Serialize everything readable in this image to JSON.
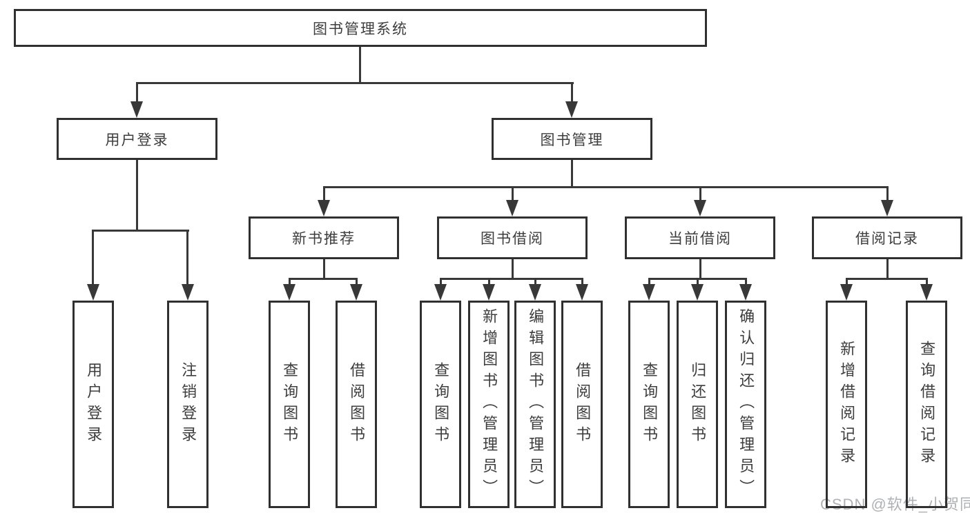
{
  "diagram": {
    "root": {
      "label": "图书管理系统"
    },
    "level2": [
      {
        "id": "user-login",
        "label": "用户登录"
      },
      {
        "id": "book-management",
        "label": "图书管理"
      }
    ],
    "level3": [
      {
        "id": "new-book-recommend",
        "label": "新书推荐",
        "parent": "book-management"
      },
      {
        "id": "book-borrowing",
        "label": "图书借阅",
        "parent": "book-management"
      },
      {
        "id": "current-borrowing",
        "label": "当前借阅",
        "parent": "book-management"
      },
      {
        "id": "borrowing-records",
        "label": "借阅记录",
        "parent": "book-management"
      }
    ],
    "leaves": [
      {
        "id": "user-login-leaf",
        "label": "用户登录",
        "parent": "user-login"
      },
      {
        "id": "logout",
        "label": "注销登录",
        "parent": "user-login"
      },
      {
        "id": "query-books-1",
        "label": "查询图书",
        "parent": "new-book-recommend"
      },
      {
        "id": "borrow-books-1",
        "label": "借阅图书",
        "parent": "new-book-recommend"
      },
      {
        "id": "query-books-2",
        "label": "查询图书",
        "parent": "book-borrowing"
      },
      {
        "id": "add-books-admin",
        "label": "新增图书（管理员）",
        "parent": "book-borrowing"
      },
      {
        "id": "edit-books-admin",
        "label": "编辑图书（管理员）",
        "parent": "book-borrowing"
      },
      {
        "id": "borrow-books-2",
        "label": "借阅图书",
        "parent": "book-borrowing"
      },
      {
        "id": "query-books-3",
        "label": "查询图书",
        "parent": "current-borrowing"
      },
      {
        "id": "return-books",
        "label": "归还图书",
        "parent": "current-borrowing"
      },
      {
        "id": "confirm-return-admin",
        "label": "确认归还（管理员）",
        "parent": "current-borrowing"
      },
      {
        "id": "add-borrow-record",
        "label": "新增借阅记录",
        "parent": "borrowing-records"
      },
      {
        "id": "query-borrow-record",
        "label": "查询借阅记录",
        "parent": "borrowing-records"
      }
    ]
  },
  "watermark": {
    "text": "CSDN @软件_小贺同学"
  },
  "colors": {
    "line": "#383838",
    "box_border": "#303030",
    "box_fill": "#ffffff",
    "text": "#3d3d3d",
    "watermark": "#afb1b4",
    "background": "#ffffff"
  }
}
